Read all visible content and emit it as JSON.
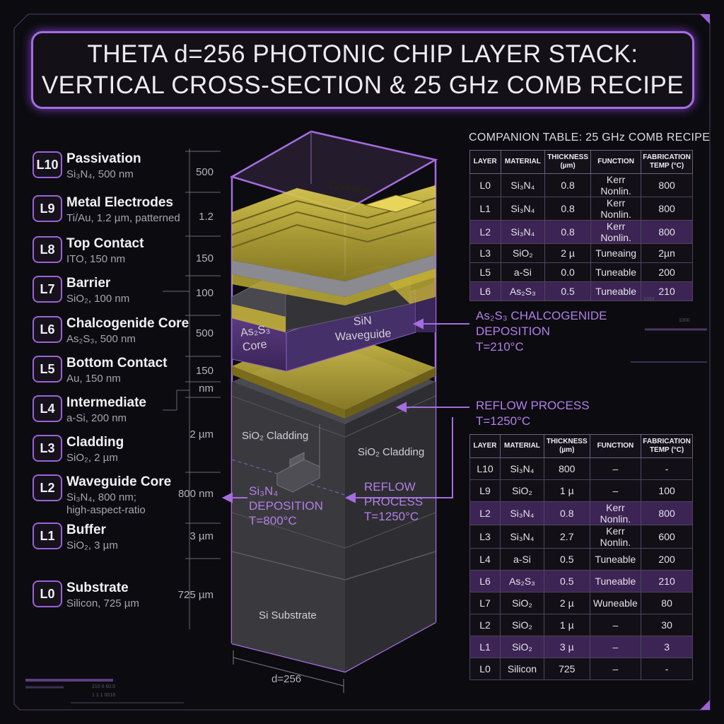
{
  "title": {
    "line1": "THETA d=256 PHOTONIC CHIP LAYER STACK:",
    "line2": "VERTICAL CROSS-SECTION & 25 GHz COMB RECIPE"
  },
  "legend": [
    {
      "id": "L10",
      "name": "Passivation",
      "desc": "Si₃N₄, 500 nm"
    },
    {
      "id": "L9",
      "name": "Metal Electrodes",
      "desc": "Ti/Au, 1.2 µm, patterned"
    },
    {
      "id": "L8",
      "name": "Top Contact",
      "desc": "ITO, 150 nm"
    },
    {
      "id": "L7",
      "name": "Barrier",
      "desc": "SiO₂, 100 nm"
    },
    {
      "id": "L6",
      "name": "Chalcogenide Core",
      "desc": "As₂S₃, 500 nm"
    },
    {
      "id": "L5",
      "name": "Bottom Contact",
      "desc": "Au, 150 nm"
    },
    {
      "id": "L4",
      "name": "Intermediate",
      "desc": "a-Si, 200 nm"
    },
    {
      "id": "L3",
      "name": "Cladding",
      "desc": "SiO₂, 2 µm"
    },
    {
      "id": "L2",
      "name": "Waveguide Core",
      "desc": "Si₃N₄, 800 nm;",
      "desc2": "high-aspect-ratio"
    },
    {
      "id": "L1",
      "name": "Buffer",
      "desc": "SiO₂, 3 µm"
    },
    {
      "id": "L0",
      "name": "Substrate",
      "desc": "Silicon, 725 µm"
    }
  ],
  "dimensions": [
    "500",
    "1.2",
    "150",
    "100",
    "500",
    "150",
    "nm",
    "2 µm",
    "800 nm",
    "3 µm",
    "725 µm"
  ],
  "chip": {
    "contacts_label": "Contacts",
    "core_label_1": "As₂S₃",
    "core_label_2": "Core",
    "waveguide_label_1": "SiN",
    "waveguide_label_2": "Waveguide",
    "cladding_left": "SiO₂ Cladding",
    "cladding_right": "SiO₂ Cladding",
    "substrate_label": "Si Substrate",
    "width_label": "d=256",
    "deposition_1": "Si₃N₄",
    "deposition_2": "DEPOSITION",
    "deposition_3": "T=800°C",
    "reflow_in_1": "REFLOW",
    "reflow_in_2": "PROCESS",
    "reflow_in_3": "T=1250°C"
  },
  "annotations": {
    "chalcogenide_1": "As₂S₃ CHALCOGENIDE",
    "chalcogenide_2": "DEPOSITION",
    "chalcogenide_3": "T=210°C",
    "reflow_1": "REFLOW PROCESS",
    "reflow_2": "T=1250°C"
  },
  "table_caption": "COMPANION TABLE: 25 GHz COMB RECIPE",
  "table_headers": [
    "LAYER",
    "MATERIAL",
    "THICKNESS (µm)",
    "FUNCTION",
    "FABRICATION TEMP (°C)"
  ],
  "table1": [
    {
      "layer": "L0",
      "material": "Si₃N₄",
      "thickness": "0.8",
      "function": "Kerr Nonlin.",
      "temp": "800",
      "hl": false
    },
    {
      "layer": "L1",
      "material": "Si₃N₄",
      "thickness": "0.8",
      "function": "Kerr Nonlin.",
      "temp": "800",
      "hl": false
    },
    {
      "layer": "L2",
      "material": "Si₃N₄",
      "thickness": "0.8",
      "function": "Kerr Nonlin.",
      "temp": "800",
      "hl": true
    },
    {
      "layer": "L3",
      "material": "SiO₂",
      "thickness": "2 µ",
      "function": "Tuneaing",
      "temp": "2µn",
      "hl": false
    },
    {
      "layer": "L5",
      "material": "a-Si",
      "thickness": "0.0",
      "function": "Tuneable",
      "temp": "200",
      "hl": false
    },
    {
      "layer": "L6",
      "material": "As₂S₃",
      "thickness": "0.5",
      "function": "Tuneable",
      "temp": "210",
      "hl": true
    }
  ],
  "table2": [
    {
      "layer": "L10",
      "material": "Si₃N₄",
      "thickness": "800",
      "function": "–",
      "temp": "-",
      "hl": false
    },
    {
      "layer": "L9",
      "material": "SiO₂",
      "thickness": "1 µ",
      "function": "–",
      "temp": "100",
      "hl": false
    },
    {
      "layer": "L2",
      "material": "Si₃N₄",
      "thickness": "0.8",
      "function": "Kerr Nonlin.",
      "temp": "800",
      "hl": true
    },
    {
      "layer": "L3",
      "material": "Si₃N₄",
      "thickness": "2.7",
      "function": "Kerr Nonlin.",
      "temp": "600",
      "hl": false
    },
    {
      "layer": "L4",
      "material": "a-Si",
      "thickness": "0.5",
      "function": "Tuneable",
      "temp": "200",
      "hl": false
    },
    {
      "layer": "L6",
      "material": "As₂S₃",
      "thickness": "0.5",
      "function": "Tuneable",
      "temp": "210",
      "hl": true
    },
    {
      "layer": "L7",
      "material": "SiO₂",
      "thickness": "2 µ",
      "function": "Wuneable",
      "temp": "80",
      "hl": false
    },
    {
      "layer": "L2",
      "material": "SiO₂",
      "thickness": "1 µ",
      "function": "–",
      "temp": "30",
      "hl": false
    },
    {
      "layer": "L1",
      "material": "SiO₂",
      "thickness": "3 µ",
      "function": "–",
      "temp": "3",
      "hl": true
    },
    {
      "layer": "L0",
      "material": "Silicon",
      "thickness": "725",
      "function": "–",
      "temp": "-",
      "hl": false
    }
  ],
  "decor": {
    "t1": "1093",
    "t2": "1000",
    "t3": "210   6 60.0",
    "t4": "1 1  1   0018"
  },
  "colors": {
    "accent": "#a56de0",
    "gold": "#c9b83a",
    "background": "#0c0b10"
  }
}
